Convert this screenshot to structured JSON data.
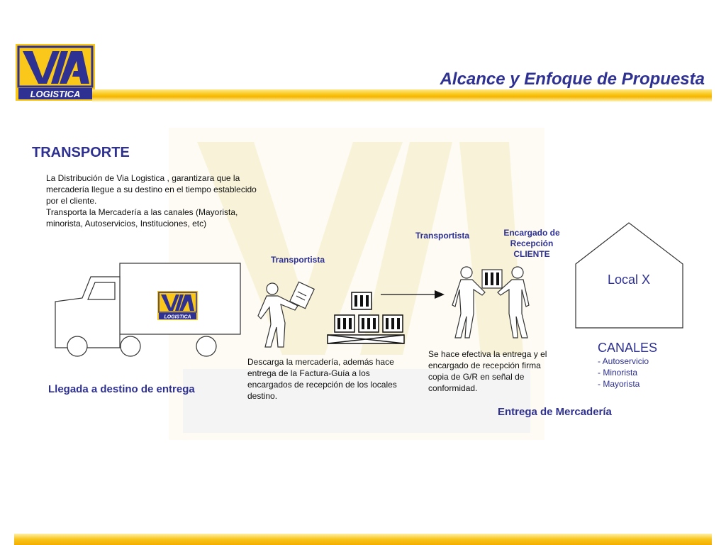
{
  "header": {
    "title": "Alcance y Enfoque de  Propuesta",
    "logo": {
      "mark": "VIA",
      "subtitle": "LOGISTICA"
    }
  },
  "colors": {
    "navy": "#2e3192",
    "yellow": "#f9c81a",
    "dark_yellow": "#f4b400"
  },
  "section": {
    "heading": "TRANSPORTE",
    "intro": [
      "La Distribución de Via Logistica , garantizara que la mercadería llegue a su destino en el tiempo establecido por el cliente.",
      "Transporta la Mercadería a las canales (Mayorista, minorista, Autoservicios, Instituciones, etc)"
    ]
  },
  "flow": {
    "transportista_label_1": "Transportista",
    "transportista_label_2": "Transportista",
    "receiver_label": [
      "Encargado de",
      "Recepción",
      "CLIENTE"
    ],
    "unload_description": "Descarga la mercadería, además hace entrega de la Factura-Guía  a los encargados de recepción de los locales destino.",
    "delivery_description": "Se hace efectiva la entrega y el encargado de recepción firma copia de G/R en señal de conformidad.",
    "local_name": "Local X",
    "canales": {
      "title": "CANALES",
      "items": [
        "- Autoservicio",
        "- Minorista",
        "- Mayorista"
      ]
    },
    "caption_arrival": "Llegada a destino de entrega",
    "caption_delivery": "Entrega de Mercadería"
  }
}
